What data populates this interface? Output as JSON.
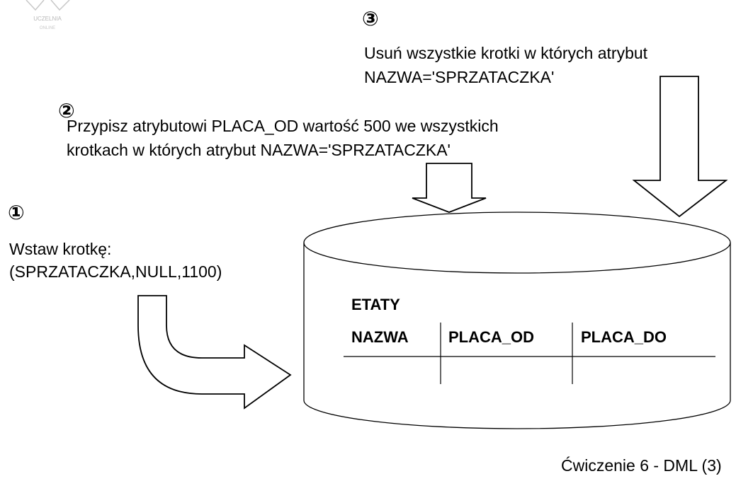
{
  "logo": {
    "text": "UCZELNIA ONLINE",
    "sub": "ONLINE"
  },
  "steps": [
    {
      "number": "①",
      "line1": "Wstaw krotkę:",
      "line2": "(SPRZATACZKA,NULL,1100)"
    },
    {
      "number": "②",
      "line1": "Przypisz atrybutowi PLACA_OD wartość 500 we wszystkich",
      "line2": "krotkach w których atrybut NAZWA='SPRZATACZKA'"
    },
    {
      "number": "③",
      "line1": "Usuń wszystkie krotki w których atrybut",
      "line2": "NAZWA='SPRZATACZKA'"
    }
  ],
  "table": {
    "name": "ETATY",
    "columns": [
      "NAZWA",
      "PLACA_OD",
      "PLACA_DO"
    ]
  },
  "footer": "Ćwiczenie 6 - DML (3)"
}
